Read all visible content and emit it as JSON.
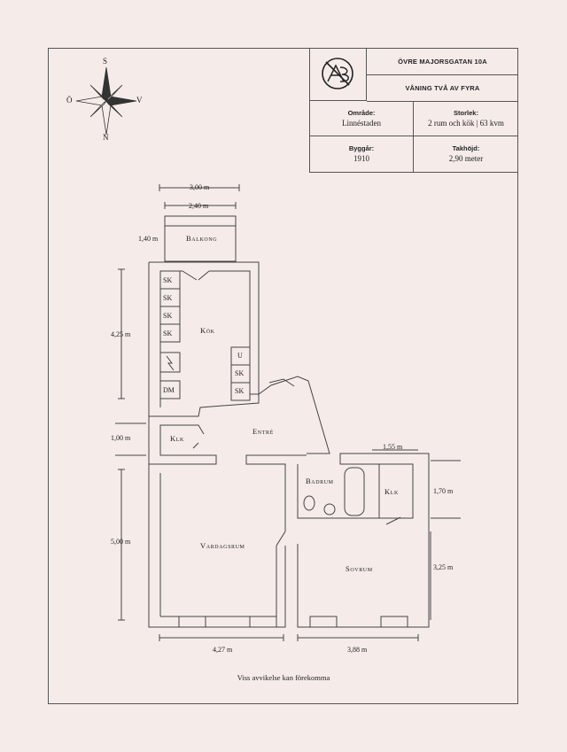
{
  "title_block": {
    "address": "ÖVRE MAJORSGATAN 10A",
    "floor": "VÅNING TVÅ AV FYRA",
    "area_label": "Område:",
    "area_value": "Linnéstaden",
    "size_label": "Storlek:",
    "size_value": "2 rum och kök | 63 kvm",
    "year_label": "Byggår:",
    "year_value": "1910",
    "ceiling_label": "Takhöjd:",
    "ceiling_value": "2,90 meter",
    "logo_icon": "monogram-logo"
  },
  "compass": {
    "north": "N",
    "south": "S",
    "east": "Ö",
    "west": "V"
  },
  "rooms": {
    "balkong": "Balkong",
    "kok": "Kök",
    "entre": "Entré",
    "klk1": "Klk",
    "badrum": "Badrum",
    "klk2": "Klk",
    "vardagsrum": "Vardagsrum",
    "sovrum": "Sovrum"
  },
  "fixtures": {
    "sk1": "SK",
    "sk2": "SK",
    "sk3": "SK",
    "sk4": "SK",
    "dm": "DM",
    "u": "U",
    "sk5": "SK",
    "sk6": "SK"
  },
  "dimensions": {
    "d300": "3,00 m",
    "d240": "2,40 m",
    "d140": "1,40 m",
    "d425": "4,25 m",
    "d100": "1,00 m",
    "d500": "5,00 m",
    "d155": "1,55 m",
    "d170": "1,70 m",
    "d325": "3,25 m",
    "d427": "4,27 m",
    "d388": "3,88 m"
  },
  "note": "Viss avvikelse kan förekomma",
  "colors": {
    "background": "#f5ecea",
    "line": "#444444"
  }
}
